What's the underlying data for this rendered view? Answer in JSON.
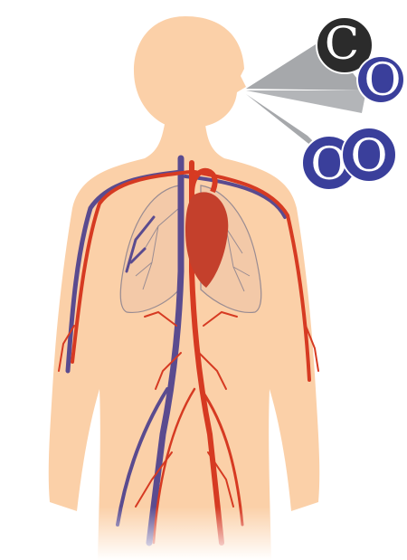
{
  "molecules": {
    "exhaled": {
      "atoms": [
        {
          "symbol": "C",
          "fill": "#2b2b2b",
          "text_color": "#ffffff"
        },
        {
          "symbol": "O",
          "fill": "#3a3f9b",
          "text_color": "#ffffff"
        }
      ]
    },
    "inhaled": {
      "atoms": [
        {
          "symbol": "O",
          "fill": "#3a3f9b",
          "text_color": "#ffffff"
        },
        {
          "symbol": "O",
          "fill": "#3a3f9b",
          "text_color": "#ffffff"
        }
      ]
    }
  },
  "colors": {
    "skin": "#fbd0a8",
    "artery": "#d63a22",
    "vein": "#5a4b8f",
    "lung_outline": "#9a8c92",
    "heart": "#c4402c",
    "breath_cone": "#a6a8ab"
  }
}
